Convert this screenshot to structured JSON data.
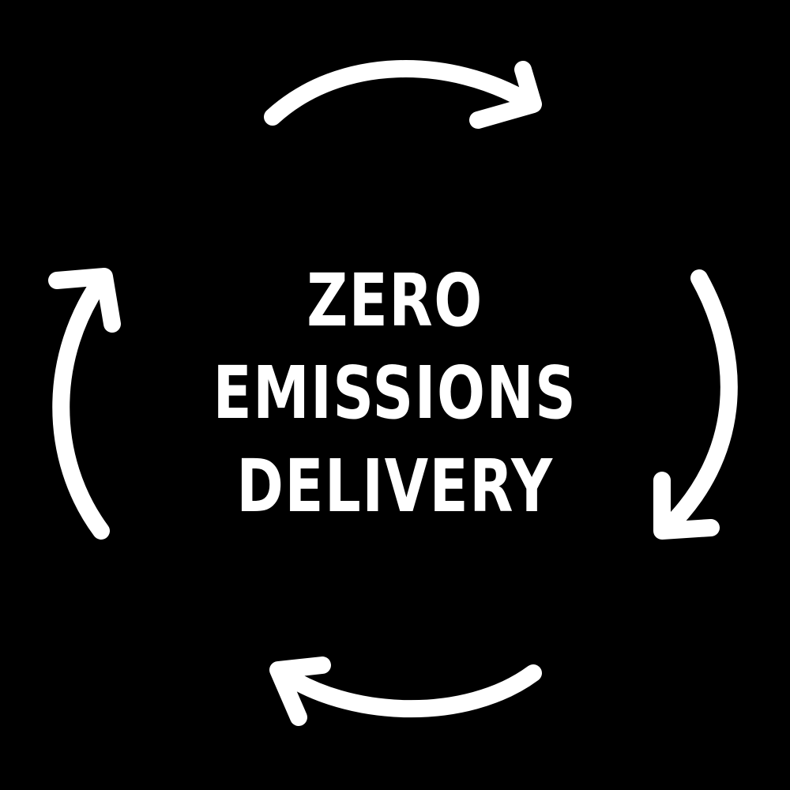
{
  "logo": {
    "lines": [
      "ZERO",
      "EMISSIONS",
      "DELIVERY"
    ],
    "colors": {
      "background": "#000000",
      "foreground": "#ffffff"
    },
    "icons": [
      "cycle-arrow-top",
      "cycle-arrow-right",
      "cycle-arrow-bottom",
      "cycle-arrow-left"
    ]
  }
}
